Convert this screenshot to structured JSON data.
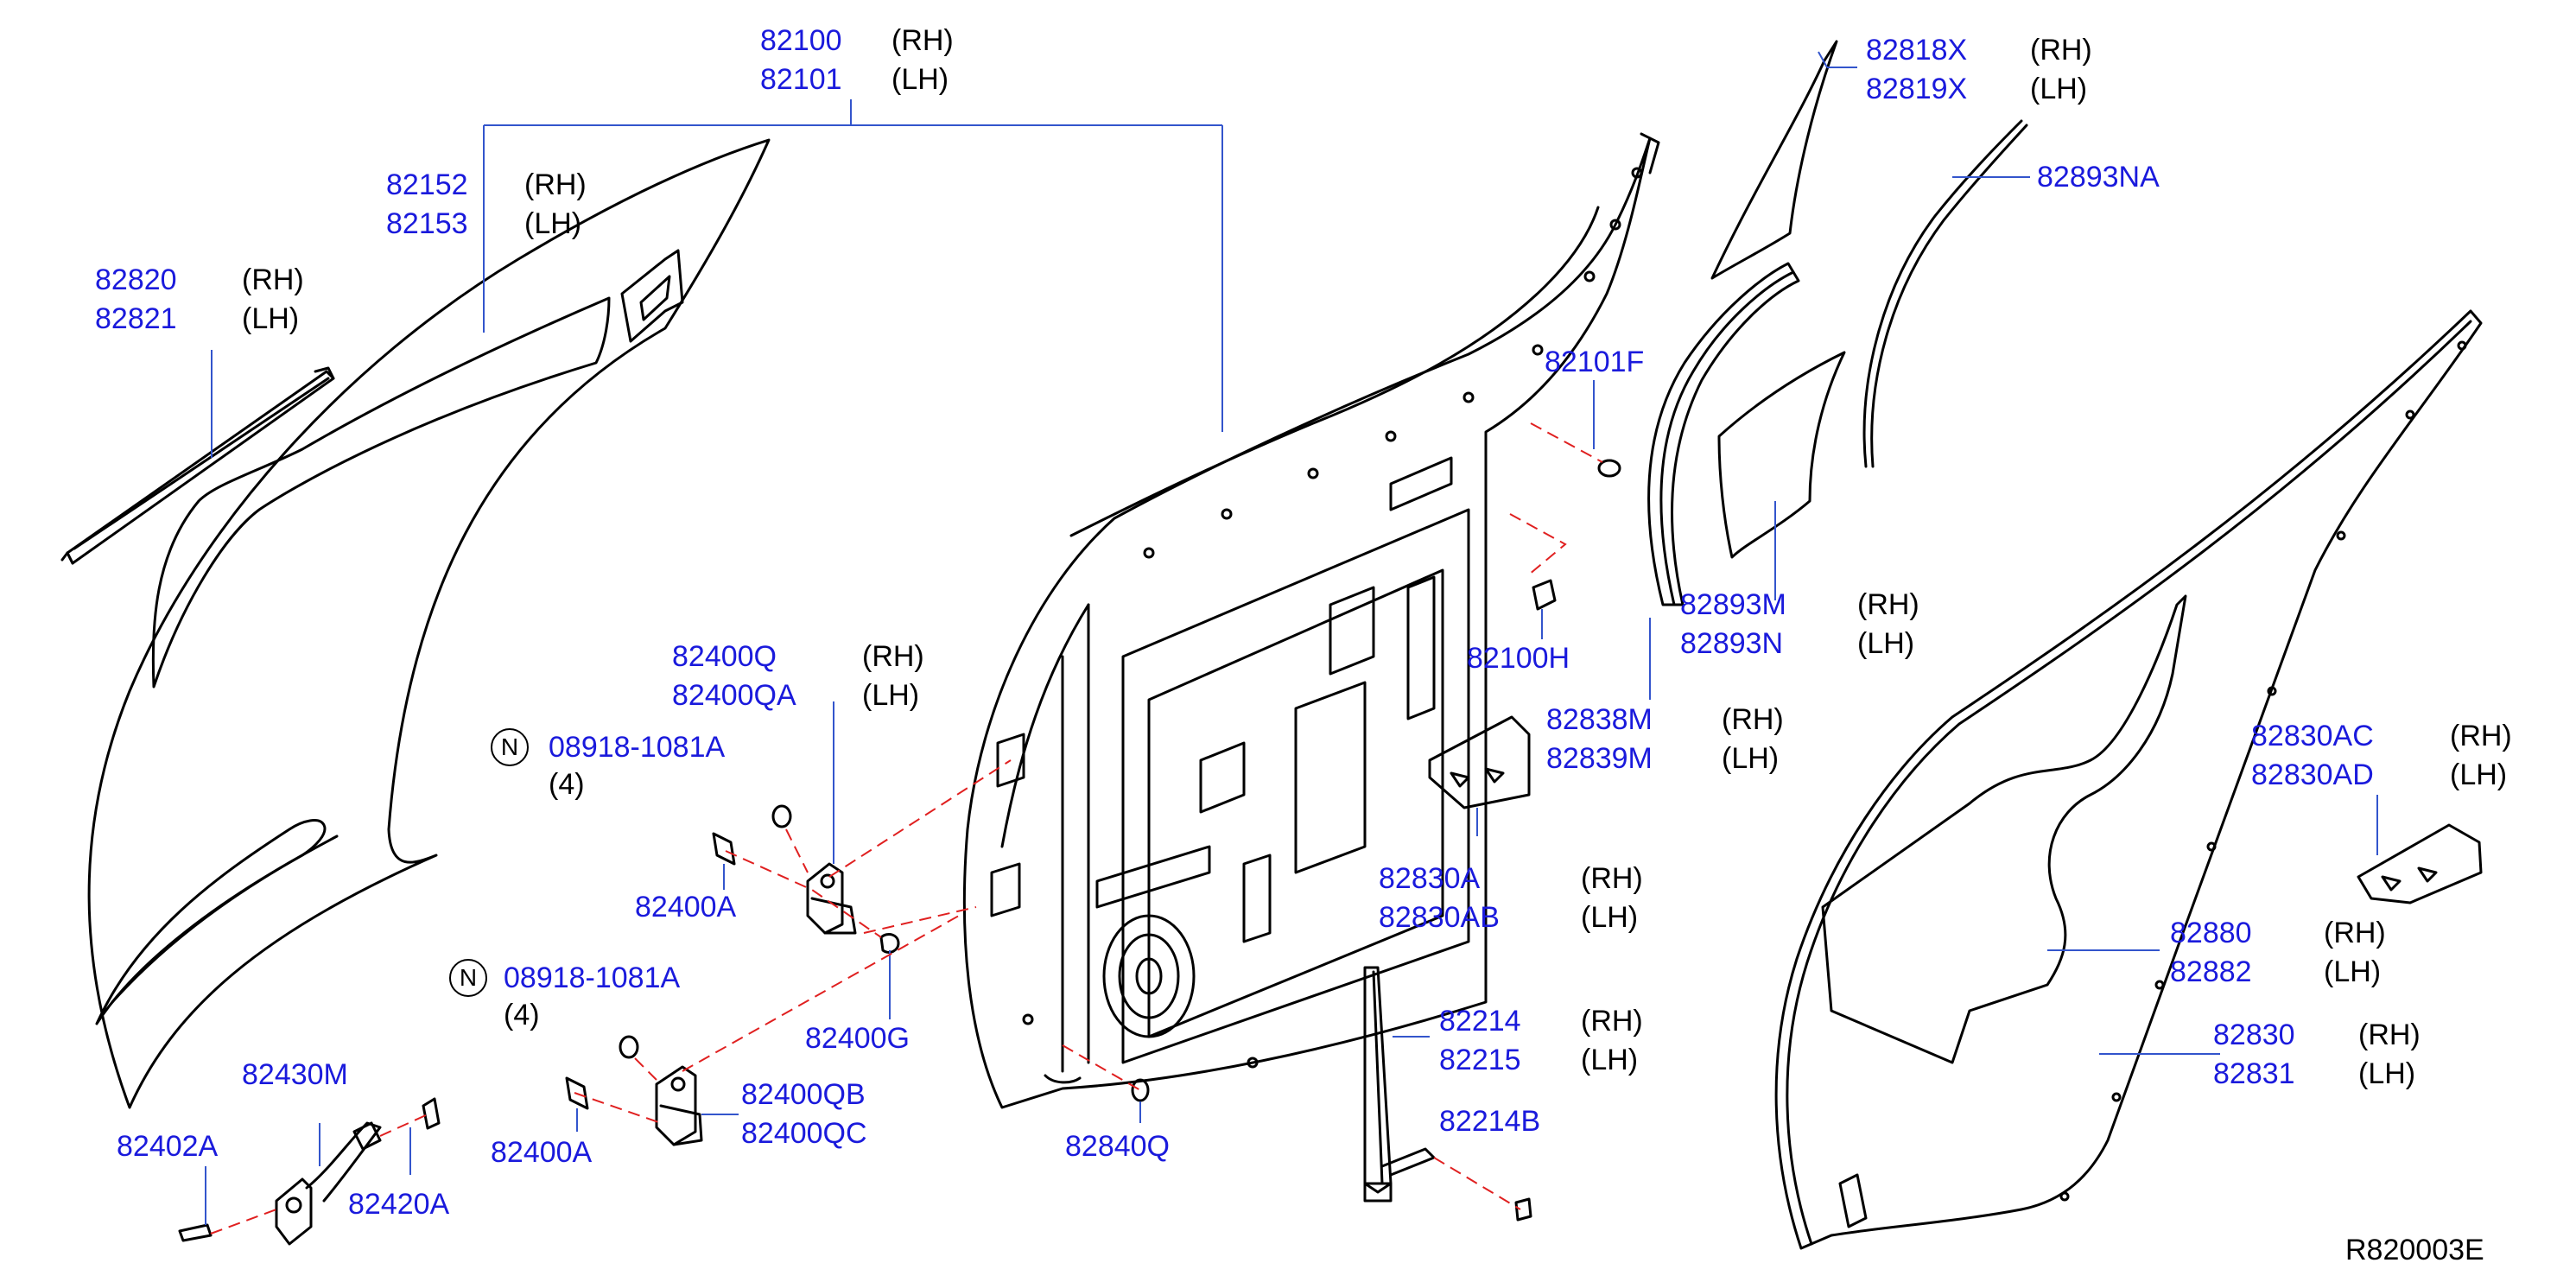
{
  "colors": {
    "part_number": "#1a1adc",
    "text": "#000000",
    "leader": "#3355cc",
    "dashed": "#e02020",
    "line": "#000000"
  },
  "callouts": [
    {
      "id": "door-panel",
      "parts": [
        "82100",
        "82101"
      ],
      "sides": [
        "(RH)",
        "(LH)"
      ]
    },
    {
      "id": "outer-skin",
      "parts": [
        "82152",
        "82153"
      ],
      "sides": [
        "(RH)",
        "(LH)"
      ]
    },
    {
      "id": "belt-moulding",
      "parts": [
        "82820",
        "82821"
      ],
      "sides": [
        "(RH)",
        "(LH)"
      ]
    },
    {
      "id": "sash-trim",
      "parts": [
        "82818X",
        "82819X"
      ],
      "sides": [
        "(RH)",
        "(LH)"
      ]
    },
    {
      "id": "weatherstrip-outer",
      "parts": [
        "82893NA"
      ],
      "sides": []
    },
    {
      "id": "plug-large",
      "parts": [
        "82101F"
      ],
      "sides": []
    },
    {
      "id": "plug-small",
      "parts": [
        "82100H"
      ],
      "sides": []
    },
    {
      "id": "glass-seal",
      "parts": [
        "82893M",
        "82893N"
      ],
      "sides": [
        "(RH)",
        "(LH)"
      ]
    },
    {
      "id": "channel-run",
      "parts": [
        "82838M",
        "82839M"
      ],
      "sides": [
        "(RH)",
        "(LH)"
      ]
    },
    {
      "id": "hinge-upper",
      "parts": [
        "82400Q",
        "82400QA"
      ],
      "sides": [
        "(RH)",
        "(LH)"
      ]
    },
    {
      "id": "bolt-upper",
      "parts": [
        "82400A"
      ],
      "sides": []
    },
    {
      "id": "nut-upper",
      "parts": [
        "82400G"
      ],
      "sides": []
    },
    {
      "id": "hinge-lower",
      "parts": [
        "82400QB",
        "82400QC"
      ],
      "sides": []
    },
    {
      "id": "bolt-lower",
      "parts": [
        "82400A"
      ],
      "sides": []
    },
    {
      "id": "check-link",
      "parts": [
        "82430M"
      ],
      "sides": []
    },
    {
      "id": "bolt-check",
      "parts": [
        "82402A"
      ],
      "sides": []
    },
    {
      "id": "bolt-check-2",
      "parts": [
        "82420A"
      ],
      "sides": []
    },
    {
      "id": "drain-plug",
      "parts": [
        "82840Q"
      ],
      "sides": []
    },
    {
      "id": "sealing-screen-a",
      "parts": [
        "82830A",
        "82830AB"
      ],
      "sides": [
        "(RH)",
        "(LH)"
      ]
    },
    {
      "id": "sealing-screen-b",
      "parts": [
        "82830AC",
        "82830AD"
      ],
      "sides": [
        "(RH)",
        "(LH)"
      ]
    },
    {
      "id": "guide",
      "parts": [
        "82214",
        "82215"
      ],
      "sides": [
        "(RH)",
        "(LH)"
      ]
    },
    {
      "id": "guide-bolt",
      "parts": [
        "82214B"
      ],
      "sides": []
    },
    {
      "id": "sealing-screen",
      "parts": [
        "82880",
        "82882"
      ],
      "sides": [
        "(RH)",
        "(LH)"
      ]
    },
    {
      "id": "weatherstrip",
      "parts": [
        "82830",
        "82831"
      ],
      "sides": [
        "(RH)",
        "(LH)"
      ]
    }
  ],
  "std_parts": [
    {
      "symbol": "N",
      "number": "08918-1081A",
      "qty": "(4)"
    },
    {
      "symbol": "N",
      "number": "08918-1081A",
      "qty": "(4)"
    }
  ],
  "reference_code": "R820003E"
}
